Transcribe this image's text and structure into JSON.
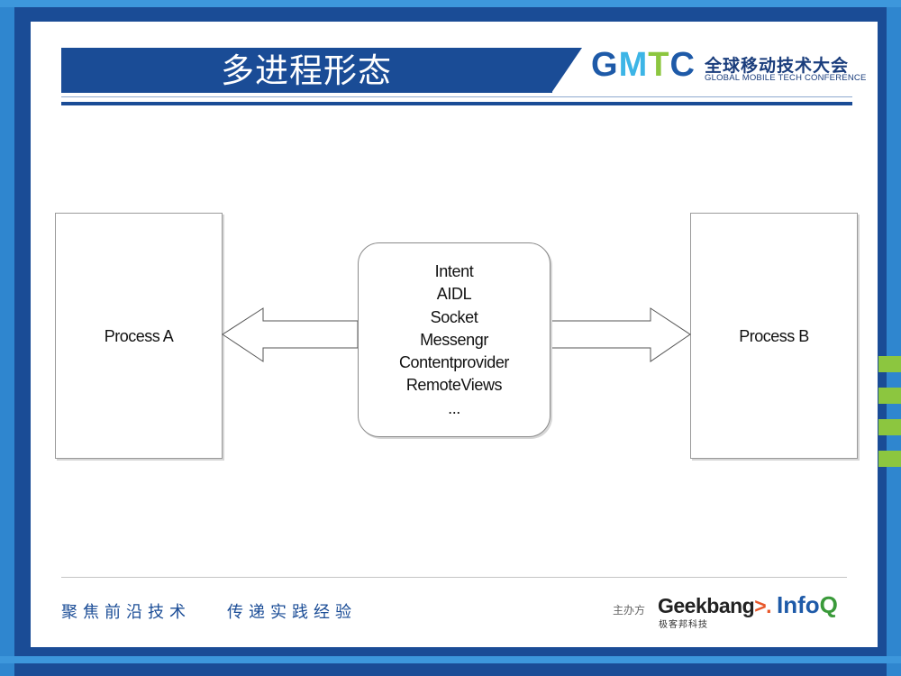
{
  "title": "多进程形态",
  "brand": {
    "logo_letters": [
      "G",
      "M",
      "T",
      "C"
    ],
    "name_cn": "全球移动技术大会",
    "name_en": "GLOBAL MOBILE TECH CONFERENCE",
    "colors": {
      "navy": "#1a4c96",
      "sky": "#3db5e6",
      "green": "#8cc63f"
    }
  },
  "diagram": {
    "process_a": "Process A",
    "process_b": "Process B",
    "mechanisms": [
      "Intent",
      "AIDL",
      "Socket",
      "Messengr",
      "Contentprovider",
      "RemoteViews",
      "..."
    ]
  },
  "footer": {
    "slogan_1": "聚焦前沿技术",
    "slogan_2": "传递实践经验",
    "organizer_label": "主办方",
    "geekbang_text": "Geekbang",
    "geekbang_chevron": ">.",
    "geekbang_cn": "极客邦科技",
    "infoq_text": "Info",
    "infoq_q": "Q"
  }
}
